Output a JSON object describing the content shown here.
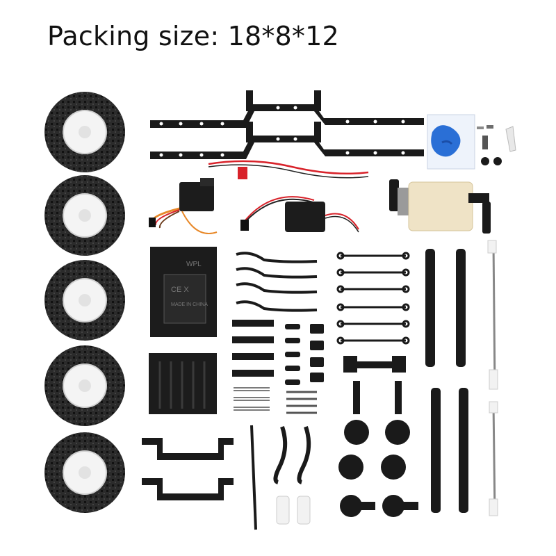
{
  "caption": {
    "text": "Packing size: 18*8*12"
  },
  "colors": {
    "background": "#ffffff",
    "parts": "#1a1a1a",
    "tire_tread": "#2b2b2b",
    "wheel_rim": "#f4f4f4",
    "wire_red": "#d8222a",
    "wire_orange": "#e8892a",
    "motor_body": "#efe3c6",
    "grease_blue": "#2a6fd6",
    "nylon_white": "#f2f2f2"
  },
  "watermark": {
    "servo_logo": "WPL",
    "ce_mark": "CE X",
    "made_in": "MADE IN CHINA"
  }
}
